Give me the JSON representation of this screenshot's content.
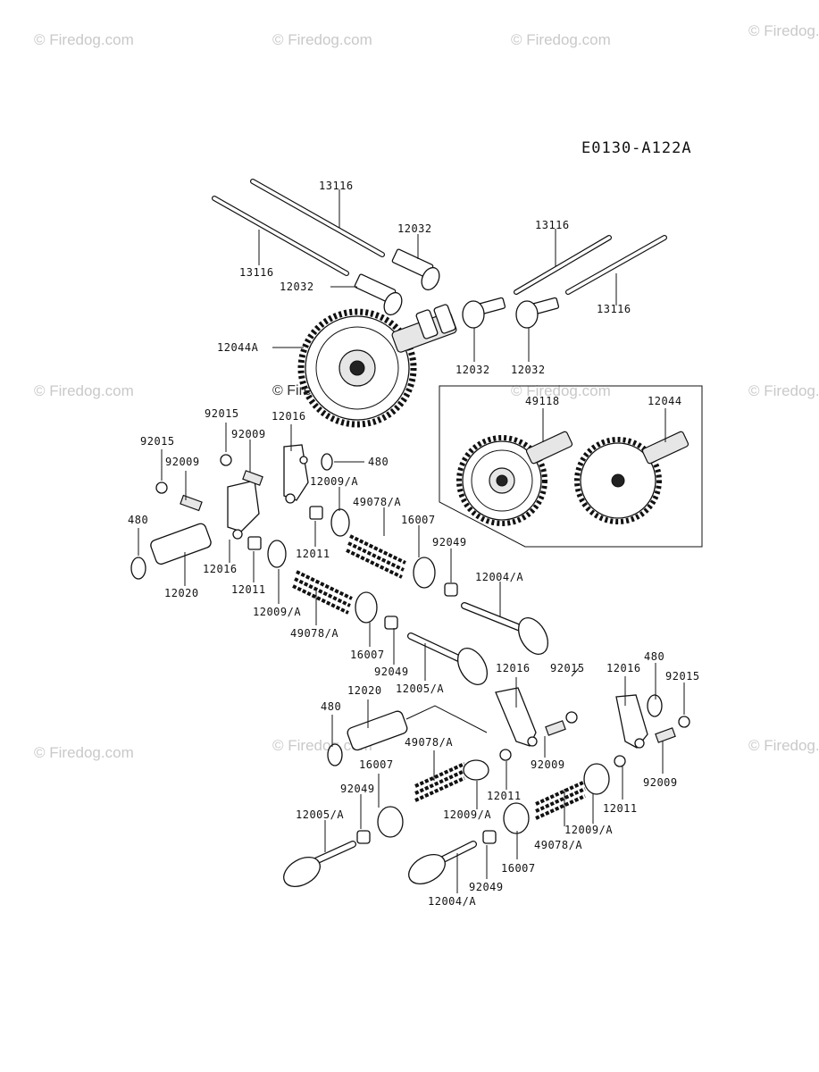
{
  "diagram_code": "E0130-A122A",
  "watermark": "© Firedog.com",
  "watermark_center": "© Firedog.com",
  "inset_labels": [
    "49118",
    "12044"
  ],
  "labels": {
    "l13116a": "13116",
    "l13116b": "13116",
    "l13116c": "13116",
    "l13116d": "13116",
    "l12032a": "12032",
    "l12032b": "12032",
    "l12032c": "12032",
    "l12032d": "12032",
    "l12044A": "12044A",
    "l92015a": "92015",
    "l92015b": "92015",
    "l92015c": "92015",
    "l92015d": "92015",
    "l12016a": "12016",
    "l12016b": "12016",
    "l12016c": "12016",
    "l12016d": "12016",
    "l92009a": "92009",
    "l92009b": "92009",
    "l92009c": "92009",
    "l92009d": "92009",
    "l480a": "480",
    "l480b": "480",
    "l480c": "480",
    "l480d": "480",
    "l12009Aa": "12009/A",
    "l12009Ab": "12009/A",
    "l12009Ac": "12009/A",
    "l12009Ad": "12009/A",
    "l49078Aa": "49078/A",
    "l49078Ab": "49078/A",
    "l49078Ac": "49078/A",
    "l49078Ad": "49078/A",
    "l16007a": "16007",
    "l16007b": "16007",
    "l16007c": "16007",
    "l16007d": "16007",
    "l92049a": "92049",
    "l92049b": "92049",
    "l92049c": "92049",
    "l92049d": "92049",
    "l12011a": "12011",
    "l12011b": "12011",
    "l12011c": "12011",
    "l12011d": "12011",
    "l12020a": "12020",
    "l12020b": "12020",
    "l12004Aa": "12004/A",
    "l12004Ab": "12004/A",
    "l12005Aa": "12005/A",
    "l12005Ab": "12005/A"
  }
}
